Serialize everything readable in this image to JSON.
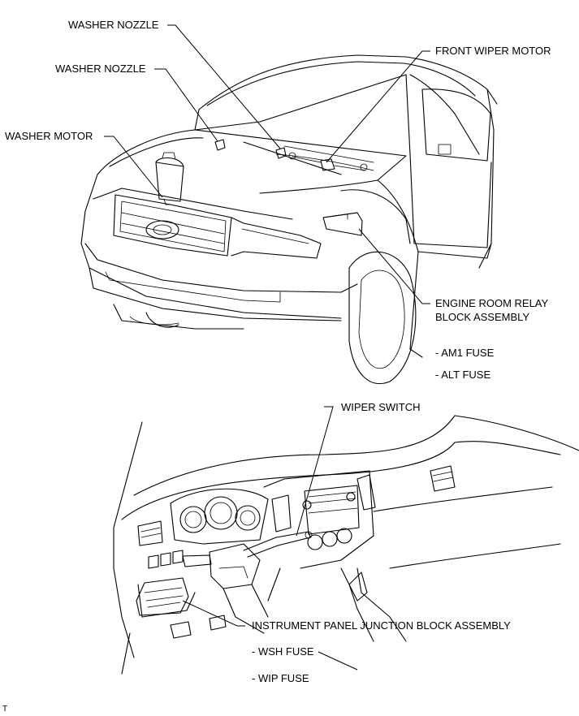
{
  "labels": {
    "washer_nozzle_1": "WASHER NOZZLE",
    "washer_nozzle_2": "WASHER NOZZLE",
    "washer_motor": "WASHER MOTOR",
    "front_wiper_motor": "FRONT WIPER MOTOR",
    "engine_room_relay_line1": "ENGINE ROOM RELAY",
    "engine_room_relay_line2": "BLOCK ASSEMBLY",
    "am1_fuse": "- AM1 FUSE",
    "alt_fuse": "- ALT FUSE",
    "wiper_switch": "WIPER SWITCH",
    "instrument_panel_jb": "INSTRUMENT PANEL JUNCTION BLOCK ASSEMBLY",
    "wsh_fuse": "- WSH FUSE",
    "wip_fuse": "- WIP FUSE",
    "corner_mark": "T"
  }
}
